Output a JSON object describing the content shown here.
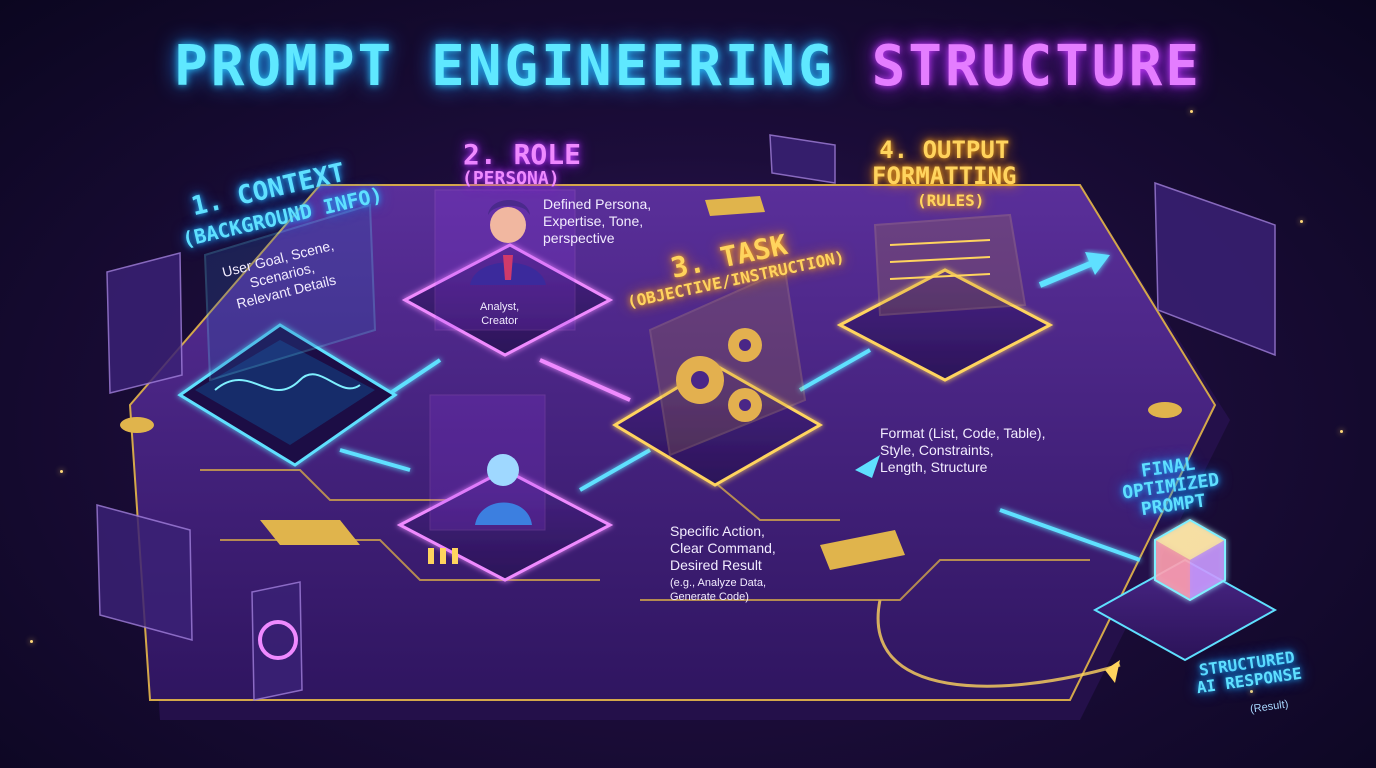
{
  "title": {
    "part1": "PROMPT ENGINEERING",
    "part2": "STRUCTURE"
  },
  "steps": {
    "context": {
      "heading": "1. CONTEXT",
      "subheading": "(BACKGROUND INFO)",
      "description": [
        "User Goal, Scene,",
        "Scenarios,",
        "Relevant Details"
      ]
    },
    "role": {
      "heading": "2. ROLE",
      "subheading": "(PERSONA)",
      "description": [
        "Defined Persona,",
        "Expertise, Tone,",
        "perspective"
      ],
      "examples": [
        "Analyst,",
        "Creator"
      ]
    },
    "task": {
      "heading": "3. TASK",
      "subheading": "(OBJECTIVE/INSTRUCTION)",
      "description": [
        "Specific Action,",
        "Clear Command,",
        "Desired Result"
      ],
      "examples": [
        "(e.g., Analyze Data,",
        "Generate Code)"
      ]
    },
    "output": {
      "heading": [
        "4. OUTPUT",
        "FORMATTING"
      ],
      "subheading": "(RULES)",
      "description": [
        "Format (List, Code, Table),",
        "Style, Constraints,",
        "Length, Structure"
      ]
    },
    "final": {
      "heading": [
        "FINAL",
        "OPTIMIZED",
        "PROMPT"
      ]
    },
    "response": {
      "heading": [
        "STRUCTURED",
        "AI RESPONSE"
      ],
      "subheading": "(Result)"
    }
  },
  "colors": {
    "cyan": "#5fe0ff",
    "pink": "#ef8aff",
    "gold": "#ffd45e",
    "platform": "#3b1d6e",
    "background": "#1c0d3a"
  },
  "icons": [
    "wave-hologram-icon",
    "persona-avatar-icon",
    "gears-icon",
    "document-panel-icon",
    "glowing-cube-icon",
    "arrow-icon"
  ]
}
